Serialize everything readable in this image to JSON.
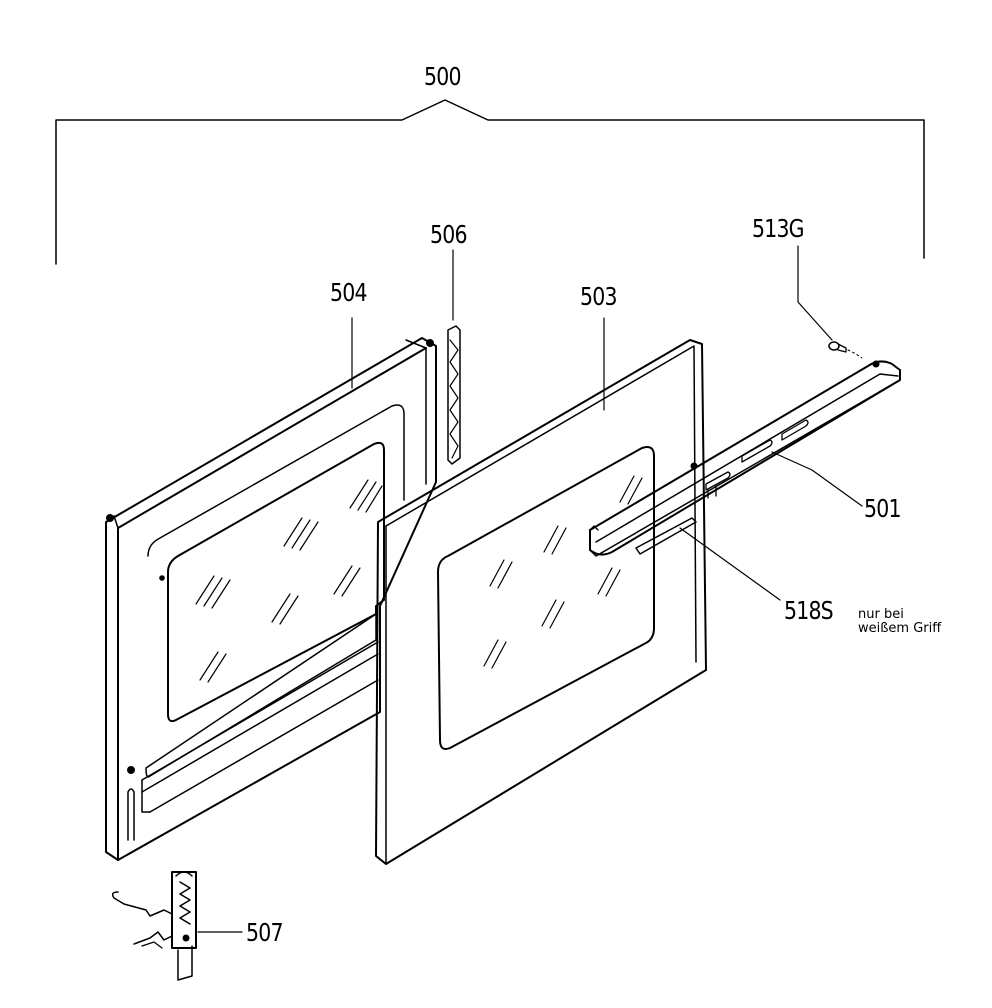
{
  "labels": {
    "assembly": "500",
    "door_inner_panel": "504",
    "gasket": "506",
    "door_outer_panel": "503",
    "screw": "513G",
    "handle": "501",
    "handle_insert": "518S",
    "handle_insert_note_line1": "nur bei",
    "handle_insert_note_line2": "weißem Griff",
    "hinge": "507"
  }
}
